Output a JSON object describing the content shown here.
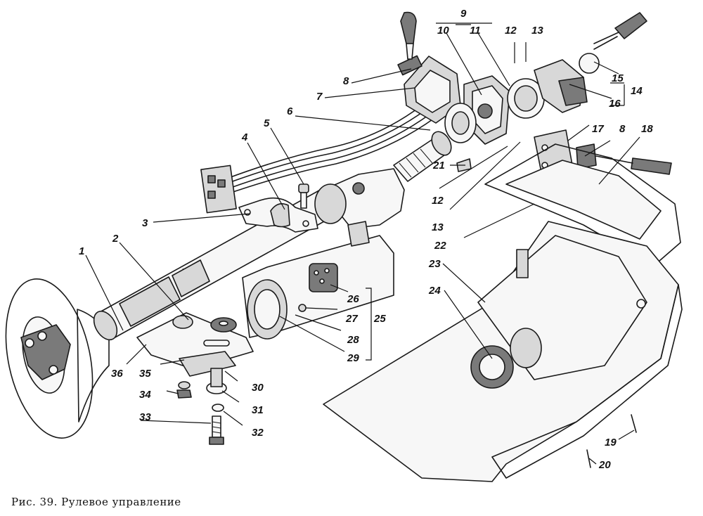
{
  "caption": "Рис. 39. Рулевое управление",
  "callouts": [
    "1",
    "2",
    "3",
    "4",
    "5",
    "6",
    "7",
    "8",
    "9",
    "10",
    "11",
    "12",
    "13",
    "14",
    "15",
    "16",
    "17",
    "8",
    "18",
    "21",
    "12",
    "13",
    "22",
    "23",
    "24",
    "26",
    "27",
    "25",
    "28",
    "29",
    "36",
    "35",
    "30",
    "34",
    "31",
    "33",
    "32",
    "19",
    "20"
  ]
}
